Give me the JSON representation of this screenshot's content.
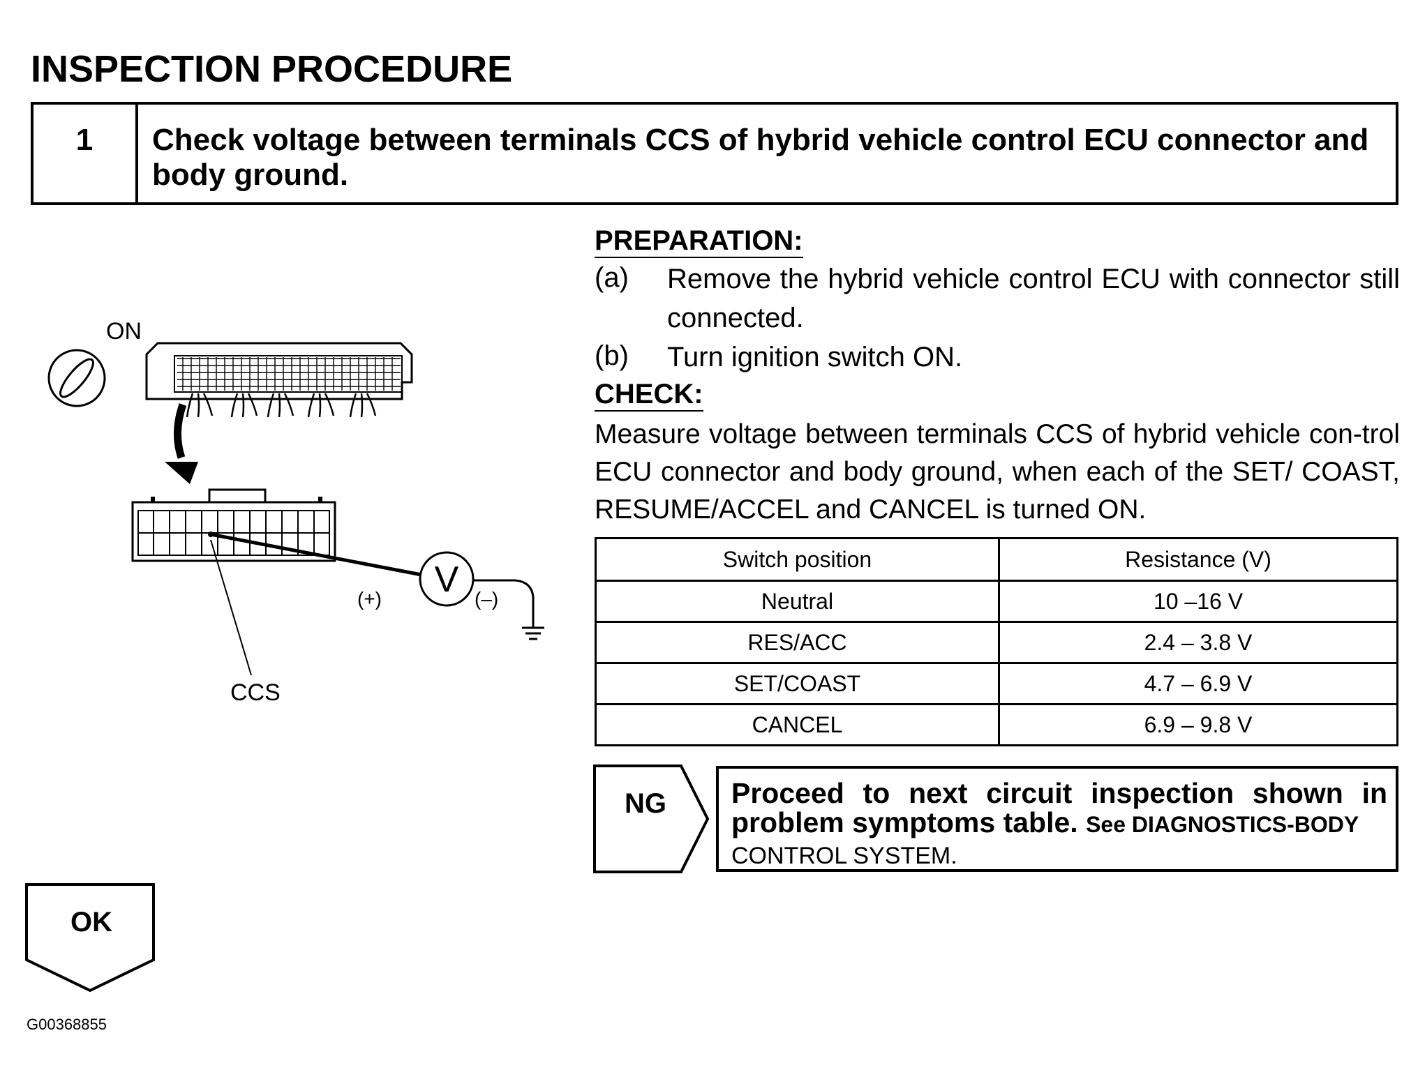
{
  "title": "INSPECTION PROCEDURE",
  "step": {
    "number": "1",
    "text": "Check voltage between terminals CCS of hybrid vehicle control ECU connector and body ground."
  },
  "preparation": {
    "heading": "PREPARATION:",
    "items": [
      {
        "label": "(a)",
        "text": "Remove the hybrid vehicle control ECU with connector still connected."
      },
      {
        "label": "(b)",
        "text": "Turn ignition switch ON."
      }
    ]
  },
  "check": {
    "heading": "CHECK:",
    "text": "Measure voltage between terminals CCS of hybrid vehicle con-trol ECU connector and body ground, when each of the SET/ COAST, RESUME/ACCEL and CANCEL is turned ON."
  },
  "table": {
    "headers": [
      "Switch position",
      "Resistance (V)"
    ],
    "rows": [
      [
        "Neutral",
        "10 –16 V"
      ],
      [
        "RES/ACC",
        "2.4 – 3.8 V"
      ],
      [
        "SET/COAST",
        "4.7 – 6.9 V"
      ],
      [
        "CANCEL",
        "6.9 – 9.8 V"
      ]
    ]
  },
  "ng": {
    "label": "NG",
    "text_bold": "Proceed to next circuit inspection shown in problem symptoms table.",
    "text_see": "See DIAGNOSTICS-BODY",
    "text_cont": "CONTROL SYSTEM."
  },
  "ok": {
    "label": "OK"
  },
  "diagram": {
    "on_label": "ON",
    "ccs_label": "CCS",
    "plus_label": "(+)",
    "minus_label": "(–)",
    "meter_label": "V"
  },
  "figure_id": "G00368855"
}
